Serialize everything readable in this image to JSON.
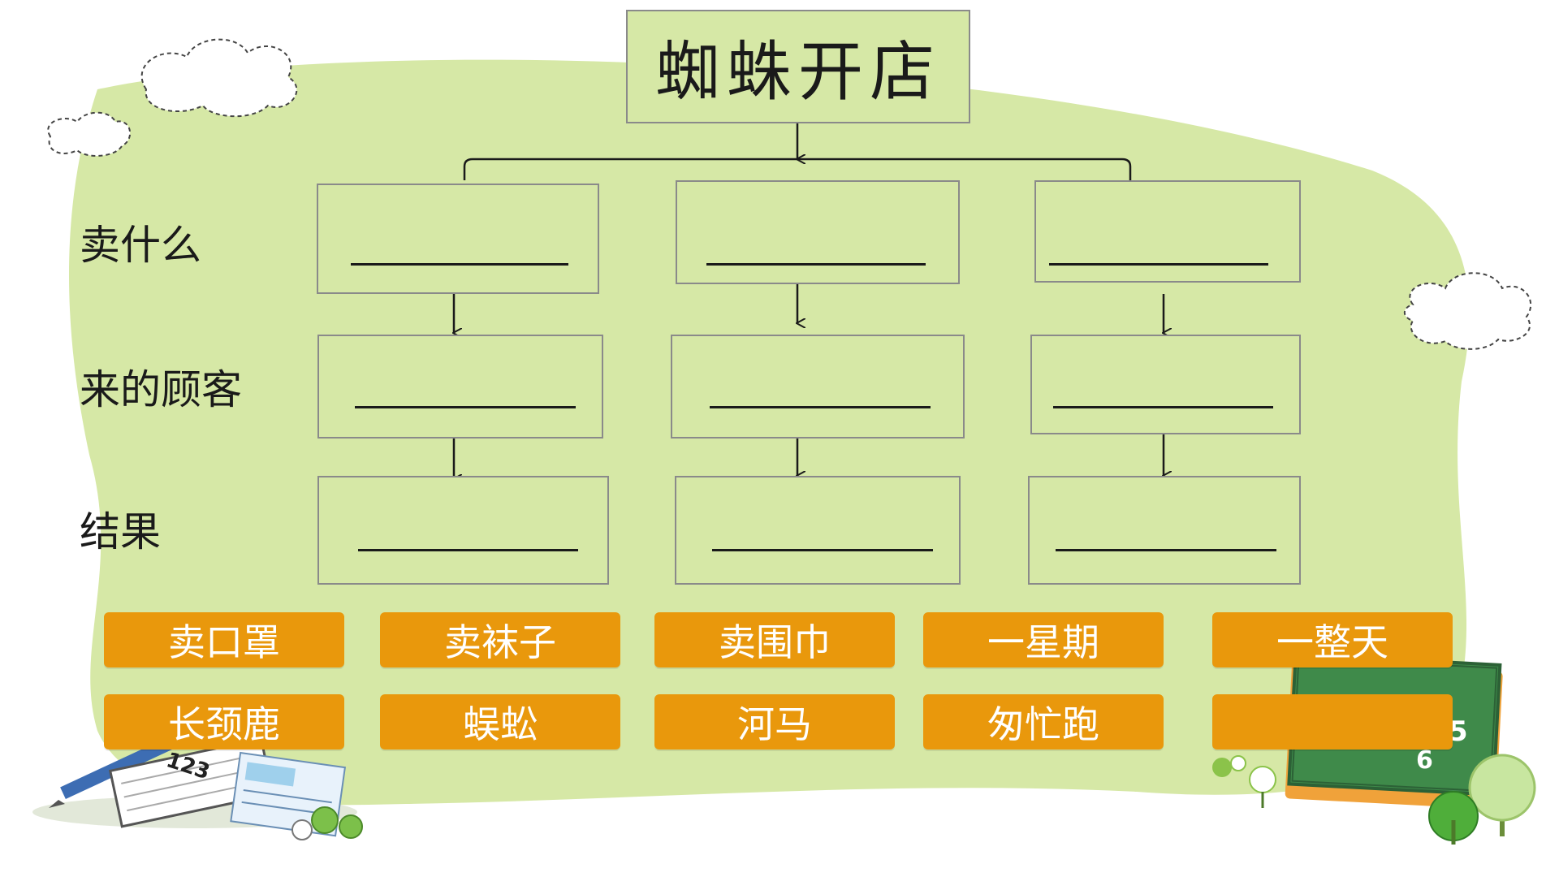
{
  "title": "蜘蛛开店",
  "row_labels": {
    "sell": "卖什么",
    "customer": "来的顾客",
    "result": "结果"
  },
  "word_bank": [
    {
      "text": "卖口罩"
    },
    {
      "text": "卖袜子"
    },
    {
      "text": "卖围巾"
    },
    {
      "text": "一星期"
    },
    {
      "text": "一整天"
    },
    {
      "text": "长颈鹿"
    },
    {
      "text": "蜈蚣"
    },
    {
      "text": "河马"
    },
    {
      "text": "匆忙跑"
    },
    {
      "text": ""
    }
  ],
  "blackboard_digits": [
    "5",
    "6"
  ],
  "book_number": "123",
  "colors": {
    "background_green": "#d6e8a6",
    "chip_orange": "#e9980c",
    "chip_text": "#ffffff",
    "blackboard_green": "#3f8a4a"
  }
}
